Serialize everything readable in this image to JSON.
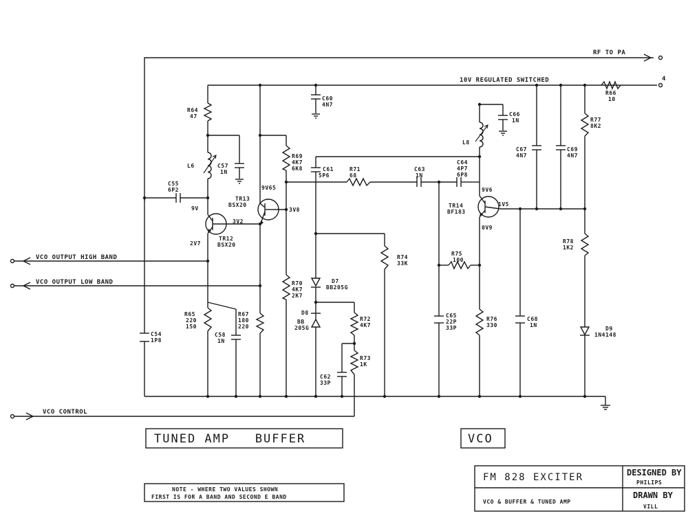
{
  "signals": {
    "rf_to_pa": "RF TO PA",
    "reg_supply": "10V REGULATED SWITCHED",
    "terminal": "4",
    "vco_high": "VCO OUTPUT HIGH BAND",
    "vco_low": "VCO OUTPUT LOW BAND",
    "vco_control": "VCO CONTROL"
  },
  "components": {
    "R64": [
      "R64",
      "47"
    ],
    "L6": [
      "L6"
    ],
    "C57": [
      "C57",
      "1N"
    ],
    "C55": [
      "C55",
      "6P2"
    ],
    "C60": [
      "C60",
      "4N7"
    ],
    "R69": [
      "R69",
      "4K7",
      "6K8"
    ],
    "TR13": [
      "TR13",
      "BSX20"
    ],
    "TR12": [
      "TR12",
      "BSX20"
    ],
    "C61": [
      "C61",
      "5P6"
    ],
    "R71": [
      "R71",
      "68"
    ],
    "C63": [
      "C63",
      "1N"
    ],
    "C64": [
      "C64",
      "4P7",
      "6P8"
    ],
    "C66": [
      "C66",
      "1N"
    ],
    "L8": [
      "L8"
    ],
    "C67": [
      "C67",
      "4N7"
    ],
    "C69": [
      "C69",
      "4N7"
    ],
    "R66": [
      "R66",
      "10"
    ],
    "R77": [
      "R77",
      "8K2"
    ],
    "TR14": [
      "TR14",
      "BF183"
    ],
    "R78": [
      "R78",
      "1K2"
    ],
    "R74": [
      "R74",
      "33K"
    ],
    "R75": [
      "R75",
      "100"
    ],
    "D7": [
      "D7",
      "BB205G"
    ],
    "R70": [
      "R70",
      "4K7",
      "2K7"
    ],
    "R65": [
      "R65",
      "220",
      "150"
    ],
    "R67": [
      "R67",
      "180",
      "220"
    ],
    "C58": [
      "C58",
      "1N"
    ],
    "C54": [
      "C54",
      "1P8"
    ],
    "D8": [
      "D8",
      "BB",
      "205G"
    ],
    "R72": [
      "R72",
      "4K7"
    ],
    "R73": [
      "R73",
      "1K"
    ],
    "C62": [
      "C62",
      "33P"
    ],
    "C65": [
      "C65",
      "22P",
      "33P"
    ],
    "R76": [
      "R76",
      "330"
    ],
    "C68": [
      "C68",
      "1N"
    ],
    "D9": [
      "D9",
      "1N4148"
    ]
  },
  "voltages": {
    "tr13_base": "9V65",
    "tr13_emitter": "3V8",
    "tr12_collector": "9V",
    "tr12_base": "3V2",
    "tr12_emitter": "2V7",
    "tr14_collector": "9V6",
    "tr14_base": "1V5",
    "tr14_emitter": "0V9"
  },
  "sections": {
    "tuned_amp_buffer": "TUNED AMP   BUFFER",
    "vco": "VCO"
  },
  "note": {
    "line1": "NOTE - WHERE TWO VALUES SHOWN",
    "line2": "FIRST IS FOR A BAND AND SECOND E BAND"
  },
  "title_block": {
    "title": "FM 828   EXCITER",
    "subtitle": "VCO & BUFFER & TUNED AMP",
    "designed_by_label": "DESIGNED BY",
    "designed_by": "PHILIPS",
    "drawn_by_label": "DRAWN BY",
    "drawn_by": "VILL"
  }
}
